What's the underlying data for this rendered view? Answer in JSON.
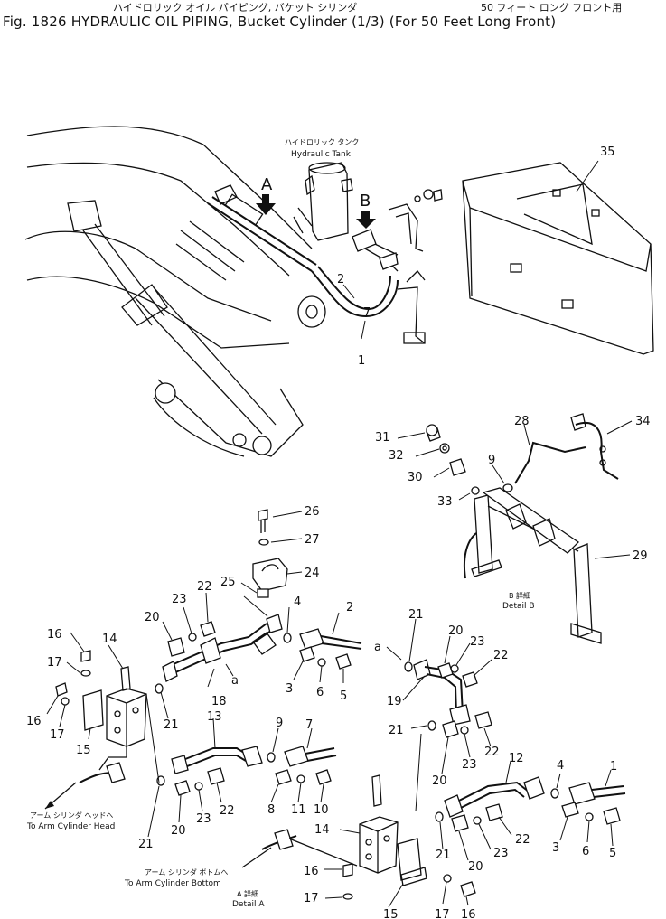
{
  "header": {
    "jp_title": "ハイドロリック オイル パイピング, バケット シリンダ",
    "jp_front": "50 フィート ロング フロント用",
    "title": "Fig. 1826 HYDRAULIC OIL PIPING, Bucket Cylinder (1/3) (For 50 Feet Long Front)"
  },
  "labels": {
    "tank_jp": "ハイドロリック タンク",
    "tank_en": "Hydraulic Tank",
    "arrow_a": "A",
    "arrow_b": "B",
    "detail_b_jp": "B 詳細",
    "detail_b_en": "Detail B",
    "detail_a_jp": "A 詳細",
    "detail_a_en": "Detail A",
    "arm_head_jp": "アーム シリンダ ヘッドへ",
    "arm_head_en": "To Arm Cylinder Head",
    "arm_bottom_jp": "アーム シリンダ ボトムへ",
    "arm_bottom_en": "To Arm Cylinder Bottom",
    "connector_a": "a"
  },
  "parts": {
    "p1": "1",
    "p2": "2",
    "p3": "3",
    "p4": "4",
    "p5": "5",
    "p6": "6",
    "p7": "7",
    "p8": "8",
    "p9": "9",
    "p10": "10",
    "p11": "11",
    "p12": "12",
    "p13": "13",
    "p14": "14",
    "p15": "15",
    "p16": "16",
    "p17": "17",
    "p18": "18",
    "p19": "19",
    "p20": "20",
    "p21": "21",
    "p22": "22",
    "p23": "23",
    "p24": "24",
    "p25": "25",
    "p26": "26",
    "p27": "27",
    "p28": "28",
    "p29": "29",
    "p30": "30",
    "p31": "31",
    "p32": "32",
    "p33": "33",
    "p34": "34",
    "p35": "35"
  }
}
